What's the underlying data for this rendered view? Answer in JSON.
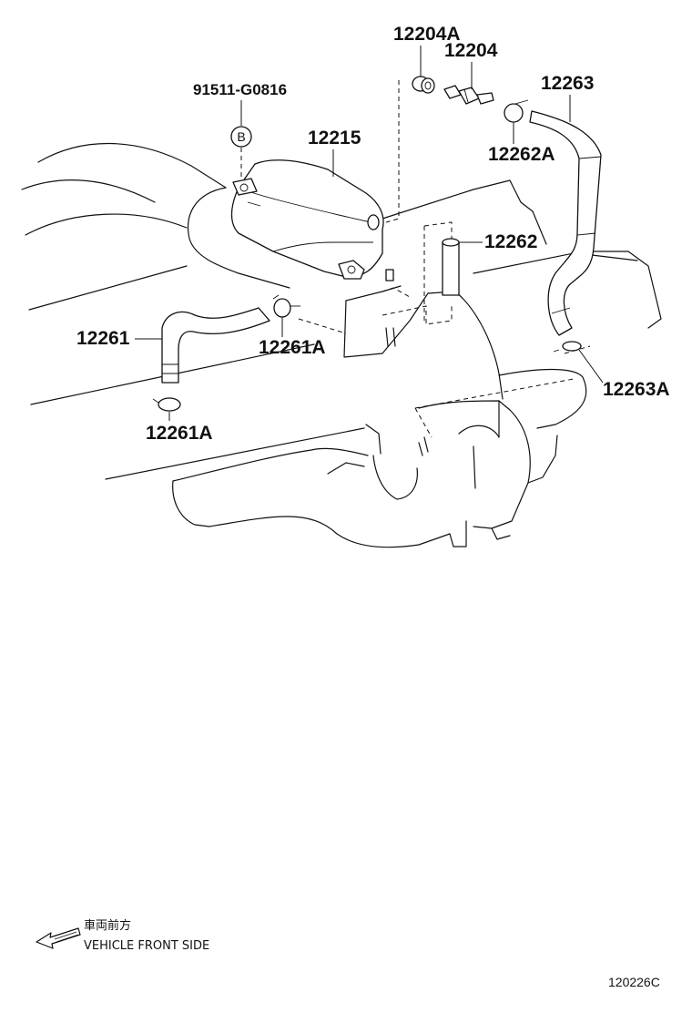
{
  "parts": {
    "p12204A": "12204A",
    "p12204": "12204",
    "p91511": "91511-G0816",
    "bolt_badge": "B",
    "p12215": "12215",
    "p12263": "12263",
    "p12262A": "12262A",
    "p12262": "12262",
    "p12261": "12261",
    "p12261A_upper": "12261A",
    "p12261A_lower": "12261A",
    "p12263A": "12263A"
  },
  "legend": {
    "jp": "車両前方",
    "en": "VEHICLE FRONT SIDE",
    "arrow_icon": "front-arrow-icon"
  },
  "ref_code": "120226C"
}
